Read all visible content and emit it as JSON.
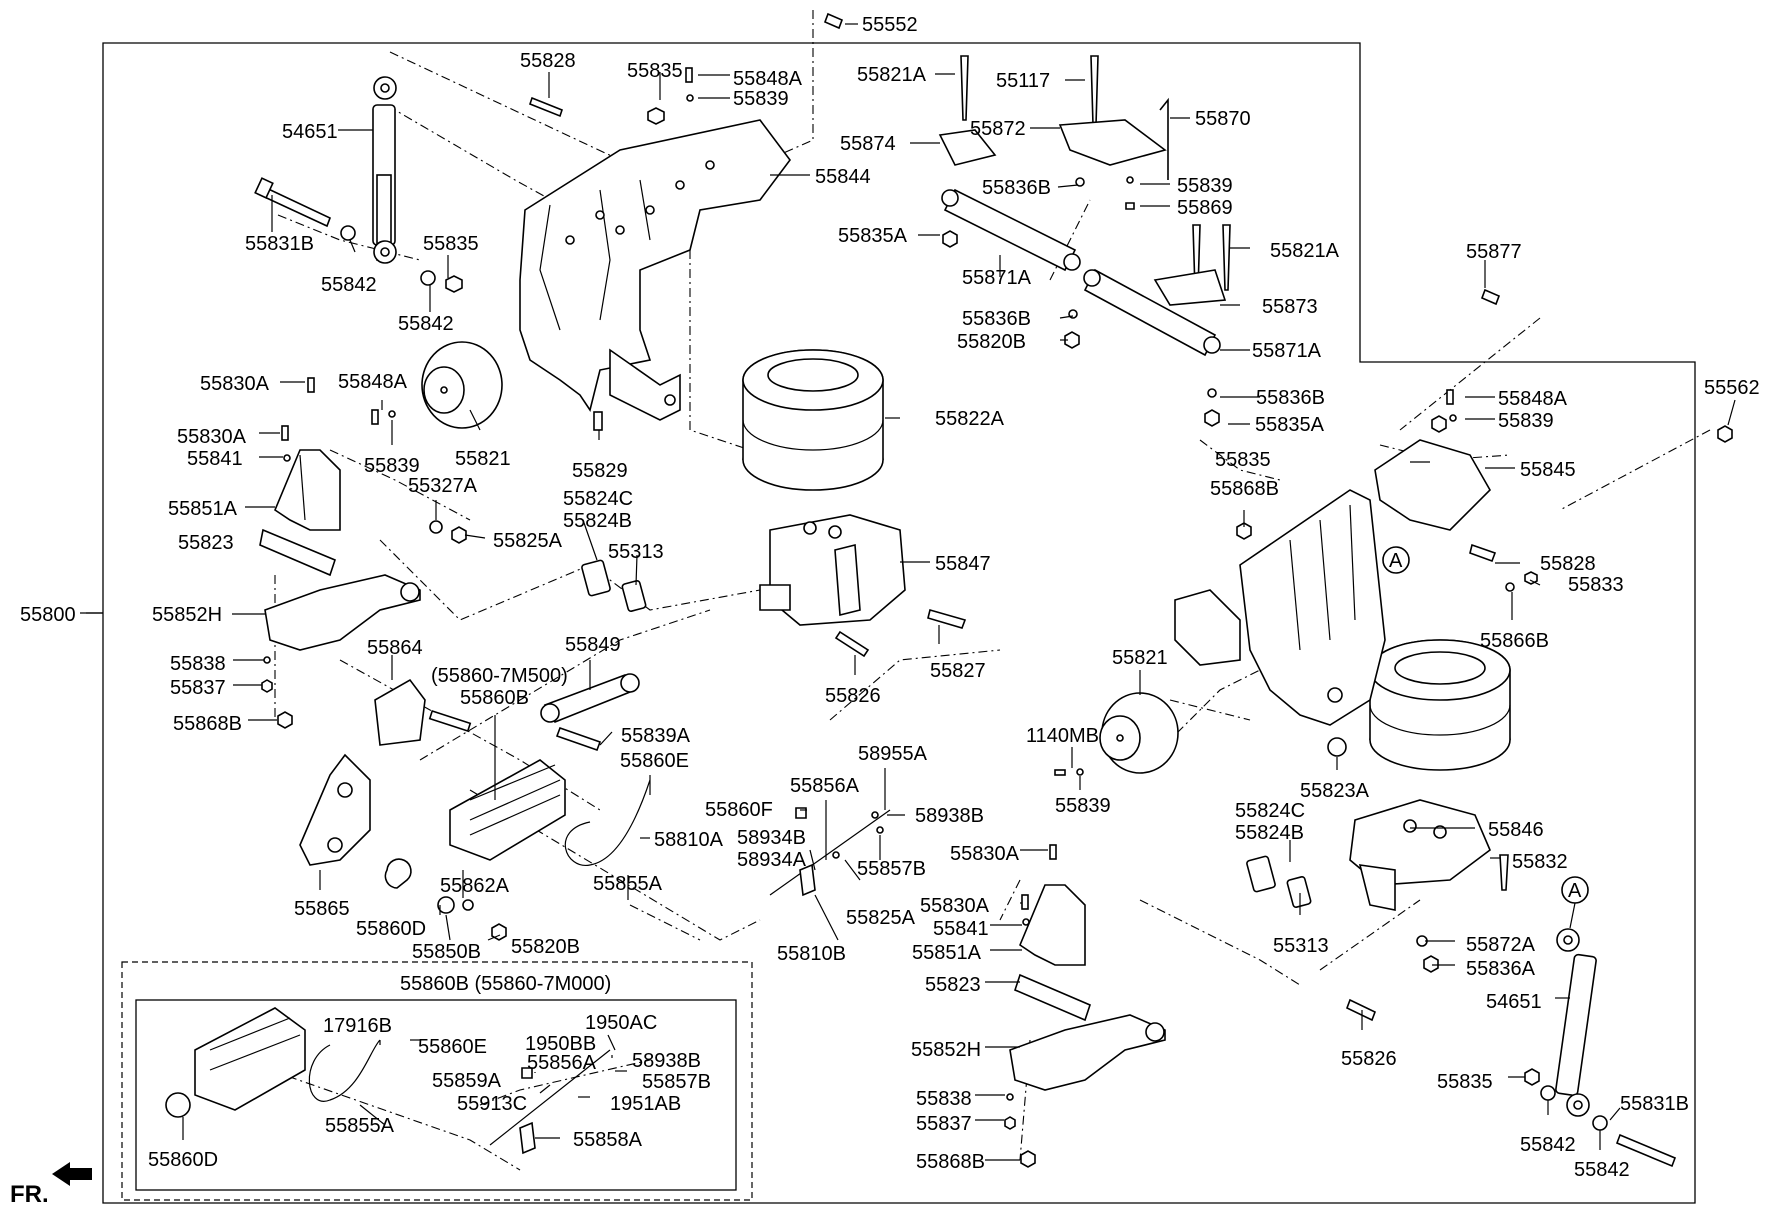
{
  "labels": {
    "p55552": "55552",
    "p55828": "55828",
    "p55835_t": "55835",
    "p55848A_t": "55848A",
    "p55839_t": "55839",
    "p55821A_t": "55821A",
    "p55117": "55117",
    "p55870": "55870",
    "p54651_l": "54651",
    "p55844": "55844",
    "p55874": "55874",
    "p55872": "55872",
    "p55836B_a": "55836B",
    "p55839_r": "55839",
    "p55869": "55869",
    "p55831B_l": "55831B",
    "p55835_l": "55835",
    "p55835A_a": "55835A",
    "p55821A_r": "55821A",
    "p55877": "55877",
    "p55842_l1": "55842",
    "p55871A_a": "55871A",
    "p55842_l2": "55842",
    "p55873": "55873",
    "p55836B_b": "55836B",
    "p55820B_a": "55820B",
    "p55871A_b": "55871A",
    "p55830A_l1": "55830A",
    "p55848A_l": "55848A",
    "p55562": "55562",
    "p55836B_c": "55836B",
    "p55848A_r": "55848A",
    "p55822A": "55822A",
    "p55830A_l2": "55830A",
    "p55835A_b": "55835A",
    "p55839_rr": "55839",
    "p55841_l": "55841",
    "p55839_l": "55839",
    "p55821_l": "55821",
    "p55829": "55829",
    "p55835_r": "55835",
    "p55845": "55845",
    "p55327A": "55327A",
    "p55851A_l": "55851A",
    "p55868B_r": "55868B",
    "p55824C_a": "55824C",
    "p55824B_a": "55824B",
    "p55823_l": "55823",
    "p55825A_a": "55825A",
    "p55313_a": "55313",
    "p55847": "55847",
    "p55828_r": "55828",
    "p55833": "55833",
    "p55800": "55800",
    "p55852H_l": "55852H",
    "p55866B": "55866B",
    "p55864": "55864",
    "p55849": "55849",
    "p55821_r": "55821",
    "p55838_l": "55838",
    "p55827": "55827",
    "p55826_a": "55826",
    "p55860_7M500": "(55860-7M500)",
    "p55837_l": "55837",
    "p55860B_a": "55860B",
    "p55868B_l": "55868B",
    "p55839A": "55839A",
    "p1140MB": "1140MB",
    "p58955A": "58955A",
    "p55823A": "55823A",
    "p55860E_a": "55860E",
    "p55856A_a": "55856A",
    "p55839_m": "55839",
    "p55860F": "55860F",
    "p58938B_a": "58938B",
    "p55824C_b": "55824C",
    "p55824B_b": "55824B",
    "p58810A": "58810A",
    "p58934B": "58934B",
    "p55846": "55846",
    "p58934A": "58934A",
    "p55830A_m1": "55830A",
    "p55832": "55832",
    "p55857B_a": "55857B",
    "p55862A": "55862A",
    "p55855A_a": "55855A",
    "p55865": "55865",
    "p55830A_m2": "55830A",
    "p55825A_b": "55825A",
    "p55841_m": "55841",
    "p55860D_a": "55860D",
    "p55313_b": "55313",
    "p55872A": "55872A",
    "p55850B": "55850B",
    "p55820B_b": "55820B",
    "p55810B": "55810B",
    "p55851A_m": "55851A",
    "p55836A": "55836A",
    "p55860B_box": "55860B (55860-7M000)",
    "p54651_r": "54651",
    "p55823_m": "55823",
    "p17916B": "17916B",
    "p1950AC": "1950AC",
    "p55860E_b": "55860E",
    "p1950BB": "1950BB",
    "p55852H_m": "55852H",
    "p55856A_b": "55856A",
    "p58938B_b": "58938B",
    "p55826_b": "55826",
    "p55859A": "55859A",
    "p55857B_b": "55857B",
    "p55835_rr": "55835",
    "p55913C": "55913C",
    "p1951AB": "1951AB",
    "p55838_m": "55838",
    "p55855A_b": "55855A",
    "p55837_m": "55837",
    "p55858A": "55858A",
    "p55842_r1": "55842",
    "p55831B_r": "55831B",
    "p55860D_b": "55860D",
    "p55868B_m": "55868B",
    "p55842_r2": "55842",
    "ref_A_1": "A",
    "ref_A_2": "A",
    "fr": "FR."
  }
}
